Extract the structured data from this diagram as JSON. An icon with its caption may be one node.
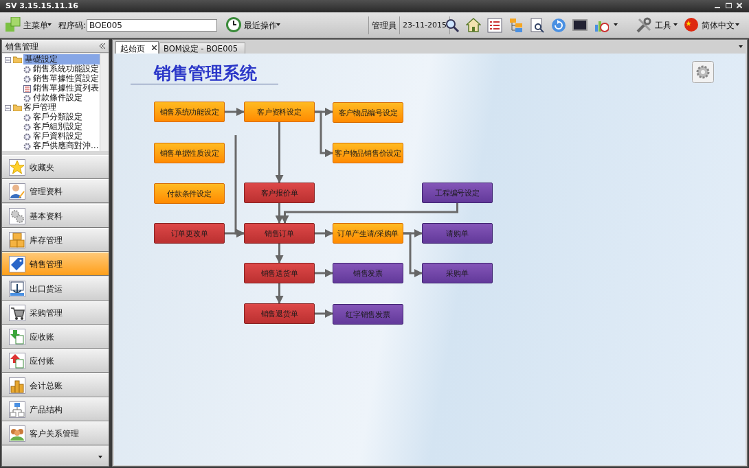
{
  "diagram": {
    "title": "销售管理系统",
    "nodes": [
      {
        "text": [
          "销售系统功能设定"
        ]
      },
      {
        "text": [
          "客户资料设定"
        ]
      },
      {
        "text": [
          "客户物品编号设定"
        ]
      },
      {
        "text": [
          "销售单据性质设定"
        ]
      },
      {
        "text": [
          "客户物品销售价设定"
        ]
      },
      {
        "text": [
          "付款条件设定"
        ]
      },
      {
        "text": [
          "客户报价单"
        ]
      },
      {
        "text": [
          "工程编号设定"
        ]
      },
      {
        "text": [
          "订单更改单"
        ]
      },
      {
        "text": [
          "销售订单"
        ]
      },
      {
        "text": [
          "订单产生请/采购单"
        ]
      },
      {
        "text": [
          "请购单"
        ]
      },
      {
        "text": [
          "销售送货单"
        ]
      },
      {
        "text": [
          "销售发票"
        ]
      },
      {
        "text": [
          "采购单"
        ]
      },
      {
        "text": [
          "销售退货单"
        ]
      },
      {
        "text": [
          "红字销售发票"
        ]
      }
    ],
    "edges": [
      {
        "from": 0,
        "to": 1,
        "arrow": "to"
      },
      {
        "from": 1,
        "to": 2,
        "arrow": "to"
      },
      {
        "from": 1,
        "to": 4,
        "arrow": "to"
      },
      {
        "from": 1,
        "to": 6,
        "arrow": "to"
      },
      {
        "from": 6,
        "to": 9,
        "arrow": "to"
      },
      {
        "from": 7,
        "to": 9,
        "arrow": "to"
      },
      {
        "from": 8,
        "to": 9,
        "arrow": "to"
      },
      {
        "from": null,
        "to": 9,
        "arrow": "to"
      },
      {
        "from": 9,
        "to": 10,
        "arrow": "to"
      },
      {
        "from": 10,
        "to": 11,
        "arrow": "to"
      },
      {
        "from": 10,
        "to": 14,
        "arrow": "to"
      },
      {
        "from": 9,
        "to": 12,
        "arrow": "to"
      },
      {
        "from": 12,
        "to": 13,
        "arrow": "to"
      },
      {
        "from": 12,
        "to": 15,
        "arrow": "to"
      },
      {
        "from": 15,
        "to": 16,
        "arrow": "to"
      }
    ],
    "labels": [
      "SV 3.15.15.11.16",
      "主菜单",
      "程序码:",
      "BOE005",
      "最近操作",
      "管理員",
      "23-11-2015",
      "工具",
      "简体中文",
      "销售管理",
      "起始页",
      "BOM设定 - BOE005",
      "基礎設定",
      "銷售系統功能設定",
      "銷售單據性質設定",
      "銷售單據性質列表",
      "付款條件設定",
      "客戶管理",
      "客戶分類設定",
      "客戶組別設定",
      "客戶資料設定",
      "客戶供應商對沖…",
      "收藏夹",
      "管理资料",
      "基本资料",
      "库存管理",
      "销售管理",
      "出口货运",
      "采购管理",
      "应收账",
      "应付账",
      "会计总账",
      "产品结构",
      "客户关系管理"
    ]
  }
}
